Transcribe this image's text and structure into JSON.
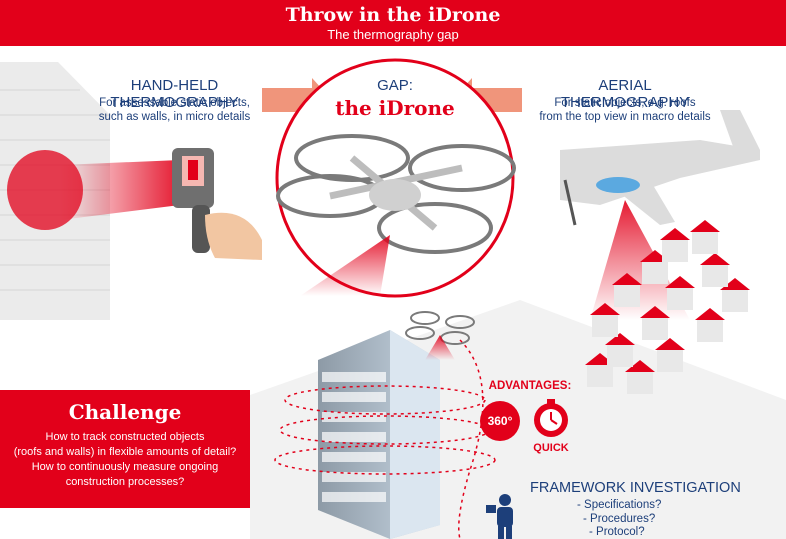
{
  "banner": {
    "title": "Throw in the iDrone",
    "subtitle": "The thermography gap"
  },
  "left_panel": {
    "heading": "HAND-HELD THERMOGRAPHY",
    "lines": [
      "For assessable static objects,",
      "such as walls, in micro details"
    ]
  },
  "center_panel": {
    "label": "GAP:",
    "name": "the iDrone"
  },
  "right_panel": {
    "heading": "AERIAL THERMOGRAPHY",
    "lines": [
      "For static objects, e.g. roofs",
      "from the top view in macro details"
    ]
  },
  "challenge": {
    "title": "Challenge",
    "lines": [
      "How to track constructed objects",
      "(roofs and walls) in flexible amounts of detail?",
      "How to continuously measure ongoing",
      "construction processes?"
    ]
  },
  "advantages": {
    "label": "ADVANTAGES:",
    "badge_360": "360°",
    "quick": "QUICK"
  },
  "framework": {
    "heading": "FRAMEWORK INVESTIGATION",
    "items": [
      "- Specifications?",
      "- Procedures?",
      "- Protocol?"
    ]
  },
  "colors": {
    "accent_red": "#e2001a",
    "navy": "#1d3f7a",
    "arrow_salmon": "#f0957b",
    "light_gray": "#d9d9d9"
  }
}
